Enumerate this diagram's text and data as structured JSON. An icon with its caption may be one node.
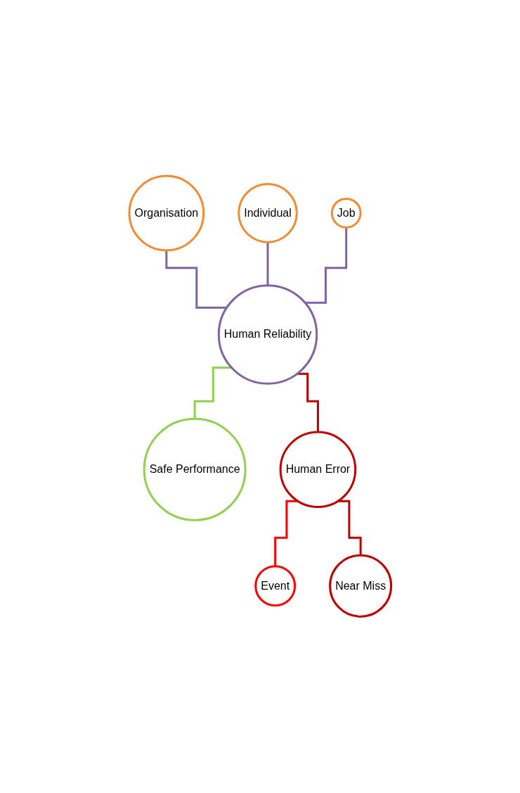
{
  "diagram": {
    "nodes": [
      {
        "text": [
          "Organisation"
        ]
      },
      {
        "text": [
          "Individual"
        ]
      },
      {
        "text": [
          "Job"
        ]
      },
      {
        "text": [
          "Human Reliability"
        ]
      },
      {
        "text": [
          "Safe Performance"
        ]
      },
      {
        "text": [
          "Human Error"
        ]
      },
      {
        "text": [
          "Event"
        ]
      },
      {
        "text": [
          "Near Miss"
        ]
      }
    ],
    "edges": [
      {
        "from": 0,
        "to": 3,
        "arrow": "none",
        "color": "#8064a2"
      },
      {
        "from": 1,
        "to": 3,
        "arrow": "none",
        "color": "#8064a2"
      },
      {
        "from": 2,
        "to": 3,
        "arrow": "none",
        "color": "#8064a2"
      },
      {
        "from": 3,
        "to": 4,
        "arrow": "none",
        "color": "#92d050"
      },
      {
        "from": 3,
        "to": 5,
        "arrow": "none",
        "color": "#c00000"
      },
      {
        "from": 5,
        "to": 6,
        "arrow": "none",
        "color": "#ff0000"
      },
      {
        "from": 5,
        "to": 7,
        "arrow": "none",
        "color": "#c00000"
      }
    ]
  }
}
